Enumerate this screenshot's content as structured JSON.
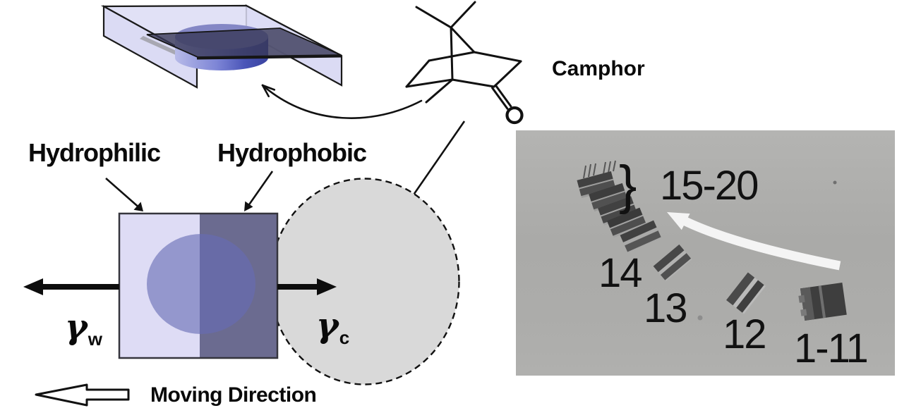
{
  "diagram": {
    "hydrophilic_label": "Hydrophilic",
    "hydrophobic_label": "Hydrophobic",
    "camphor_label": "Camphor",
    "moving_direction_label": "Moving Direction",
    "gamma_water": {
      "symbol": "γ",
      "sub": "w"
    },
    "gamma_camphor": {
      "symbol": "γ",
      "sub": "c"
    }
  },
  "photo": {
    "brace": "}",
    "group_label": "15-20",
    "labels": [
      "14",
      "13",
      "12",
      "1-11"
    ]
  },
  "colors": {
    "plate_light_half": "#dedcf5",
    "plate_dark_half": "#6b6b90",
    "water_droplet": "#686cb4",
    "camphor_disc_gray": "#d9d9d9",
    "sheet_lavender": "#d9d9f4",
    "disc_blue_top": "#8487c5",
    "disc_blue_side": "#4d58b5",
    "photo_background": "#ababab",
    "trajectory_arrow": "#f4f4f4",
    "boat_dark": "#454545",
    "line_black": "#111111"
  }
}
